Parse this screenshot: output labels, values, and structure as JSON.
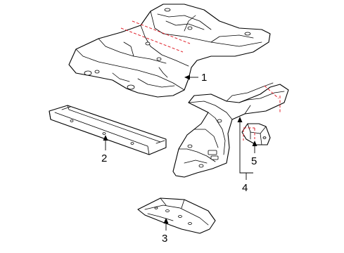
{
  "callouts": [
    {
      "id": "1",
      "label": "1"
    },
    {
      "id": "2",
      "label": "2"
    },
    {
      "id": "3",
      "label": "3"
    },
    {
      "id": "4",
      "label": "4"
    },
    {
      "id": "5",
      "label": "5"
    }
  ],
  "colors": {
    "line": "#000000",
    "cut_line": "#e0202a",
    "background": "#ffffff"
  }
}
